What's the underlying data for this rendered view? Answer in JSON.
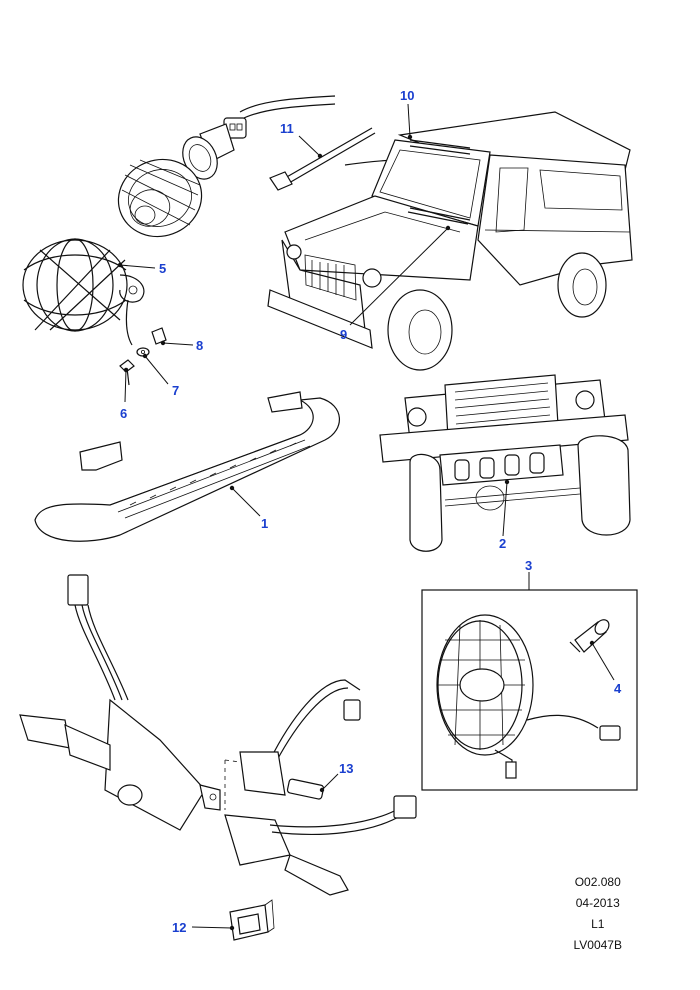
{
  "callouts": {
    "c1": "1",
    "c2": "2",
    "c3": "3",
    "c4": "4",
    "c5": "5",
    "c6": "6",
    "c7": "7",
    "c8": "8",
    "c9": "9",
    "c10": "10",
    "c11": "11",
    "c12": "12",
    "c13": "13"
  },
  "info_block": {
    "code": "O02.080",
    "date": "04-2013",
    "level": "L1",
    "ref": "LV0047B"
  },
  "colors": {
    "callout": "#1a3fcf",
    "line": "#111111"
  }
}
